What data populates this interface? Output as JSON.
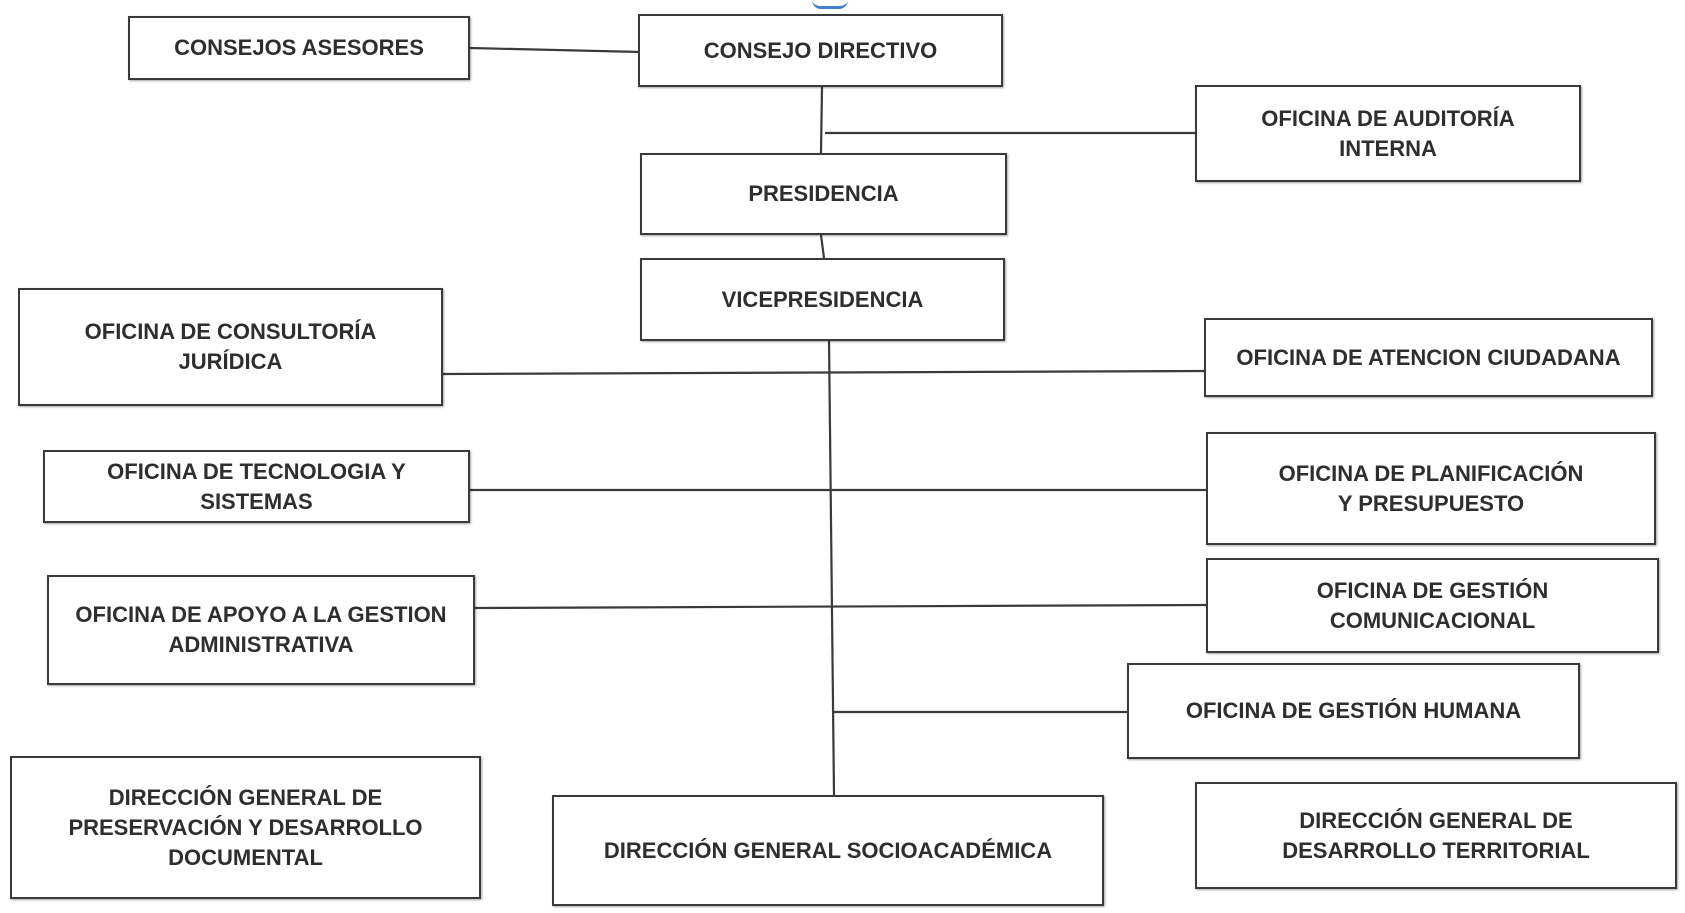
{
  "org_chart": {
    "boxes": {
      "consejos_asesores": "CONSEJOS ASESORES",
      "consejo_directivo": "CONSEJO DIRECTIVO",
      "auditoria_interna": "OFICINA DE AUDITORÍA\nINTERNA",
      "presidencia": "PRESIDENCIA",
      "vicepresidencia": "VICEPRESIDENCIA",
      "consultoria_juridica": "OFICINA DE CONSULTORÍA\nJURÍDICA",
      "atencion_ciudadana": "OFICINA DE ATENCION CIUDADANA",
      "tecnologia_sistemas": "OFICINA DE TECNOLOGIA Y\nSISTEMAS",
      "planificacion_presupuesto": "OFICINA DE PLANIFICACIÓN\nY PRESUPUESTO",
      "apoyo_gestion_administrativa": "OFICINA DE APOYO A LA GESTION\nADMINISTRATIVA",
      "gestion_comunicacional": "OFICINA DE GESTIÓN\nCOMUNICACIONAL",
      "gestion_humana": "OFICINA DE GESTIÓN HUMANA",
      "preservacion_desarrollo_documental": "DIRECCIÓN GENERAL DE\nPRESERVACIÓN Y DESARROLLO\nDOCUMENTAL",
      "socioacademica": "DIRECCIÓN GENERAL SOCIOACADÉMICA",
      "desarrollo_territorial": "DIRECCIÓN GENERAL DE\nDESARROLLO TERRITORIAL"
    },
    "colors": {
      "border": "#3a3a3a",
      "text": "#2e2e2e",
      "accent": "#3d7fd1"
    }
  }
}
